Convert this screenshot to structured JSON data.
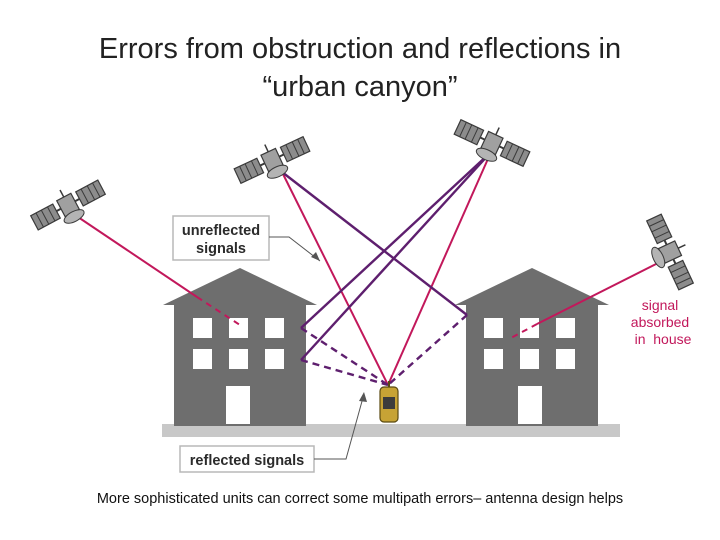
{
  "title": {
    "line1": "Errors from obstruction and reflections in",
    "line2": "“urban canyon”"
  },
  "labels": {
    "unreflected_line1": "unreflected",
    "unreflected_line2": "signals",
    "reflected": "reflected signals",
    "absorbed_line1": "signal",
    "absorbed_line2": "absorbed",
    "absorbed_line3": "in  house"
  },
  "caption": "More sophisticated units can correct some multipath errors– antenna design helps",
  "colors": {
    "building": "#6e6e6e",
    "window": "#ffffff",
    "ground": "#c8c8c8",
    "signal_magenta": "#c2185b",
    "signal_purple": "#5e1f6e",
    "label_text": "#2b2b2b",
    "absorbed_text": "#c2185b",
    "satellite": "#808080",
    "receiver": "#c7a335"
  },
  "icons": [
    "satellite-icon",
    "gps-receiver-icon",
    "building-icon"
  ]
}
